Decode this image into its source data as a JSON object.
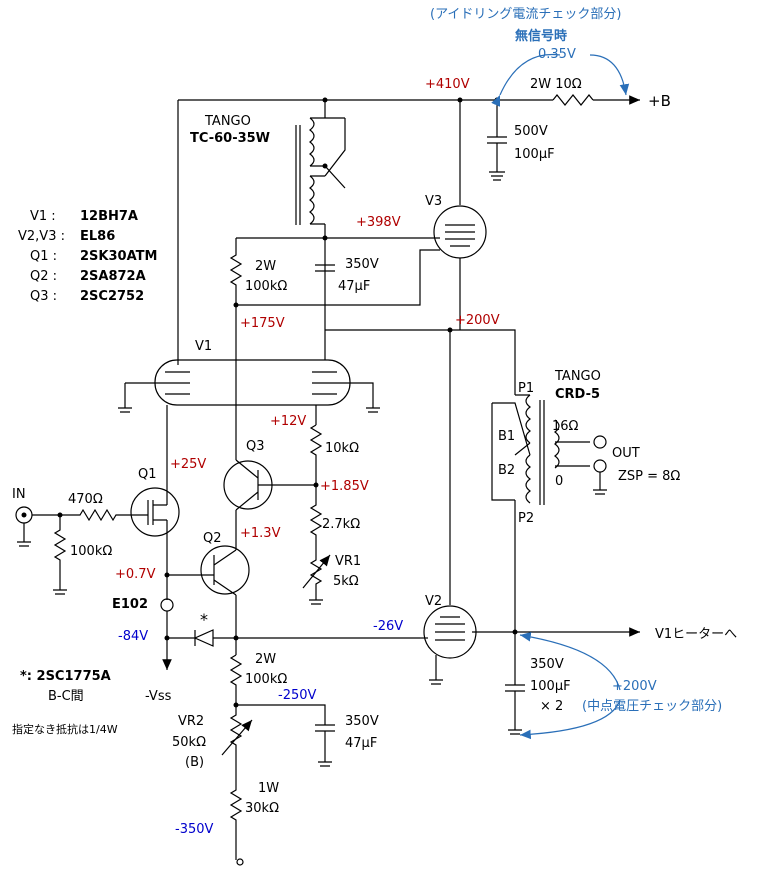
{
  "top_note": {
    "title": "(アイドリング電流チェック部分)",
    "subtitle": "無信号時",
    "value": "0.35V"
  },
  "power": {
    "b_plus": "+B",
    "top_resistor": "2W 10Ω",
    "v410": "+410V",
    "cap_top_v": "500V",
    "cap_top_c": "100μF",
    "v398": "+398V",
    "cap_mid_v": "350V",
    "cap_mid_c": "47μF",
    "v200": "+200V"
  },
  "output_transformer_1": {
    "maker": "TANGO",
    "model": "TC-60-35W"
  },
  "output_transformer_2": {
    "maker": "TANGO",
    "model": "CRD-5",
    "p1": "P1",
    "p2": "P2",
    "b1": "B1",
    "b2": "B2",
    "tap16": "16Ω",
    "tap0": "0",
    "out": "OUT",
    "zsp": "ZSP = 8Ω"
  },
  "parts_list": [
    {
      "ref": "V1 :",
      "part": "12BH7A"
    },
    {
      "ref": "V2,V3 :",
      "part": "EL86"
    },
    {
      "ref": "Q1 :",
      "part": "2SK30ATM"
    },
    {
      "ref": "Q2 :",
      "part": "2SA872A"
    },
    {
      "ref": "Q3 :",
      "part": "2SC2752"
    }
  ],
  "labels": {
    "v1": "V1",
    "v2": "V2",
    "v3": "V3",
    "q1": "Q1",
    "q2": "Q2",
    "q3": "Q3",
    "in": "IN",
    "r_in": "470Ω",
    "r_grid": "100kΩ",
    "r_plate_w": "2W",
    "r_plate": "100kΩ",
    "v175": "+175V",
    "v12": "+12V",
    "v25": "+25V",
    "v185": "+1.85V",
    "v13": "+1.3V",
    "v07": "+0.7V",
    "r10k": "10kΩ",
    "r27k": "2.7kΩ",
    "vr1": "VR1",
    "vr1_val": "5kΩ",
    "e102": "E102",
    "v84": "-84V",
    "v26": "-26V",
    "vss": "-Vss",
    "diode_note_star": "*: 2SC1775A",
    "diode_note_bc": "B-C間",
    "resistor_note": "指定なき抵抗は1/4W",
    "v1_heater": "V1ヒーターへ",
    "r_neg_w": "2W",
    "r_neg": "100kΩ",
    "v250": "-250V",
    "cap_neg_v": "350V",
    "cap_neg_c": "47μF",
    "vr2": "VR2",
    "vr2_val": "50kΩ",
    "vr2_b": "(B)",
    "r30k_w": "1W",
    "r30k": "30kΩ",
    "v350": "-350V",
    "cap_bot_v": "350V",
    "cap_bot_c": "100μF",
    "cap_bot_x2": "× 2",
    "mid_check_v": "+200V",
    "mid_check": "(中点電圧チェック部分)",
    "star": "*"
  },
  "colors": {
    "red": "#b00000",
    "blue": "#0000cc",
    "light_blue": "#2a6fb8"
  }
}
